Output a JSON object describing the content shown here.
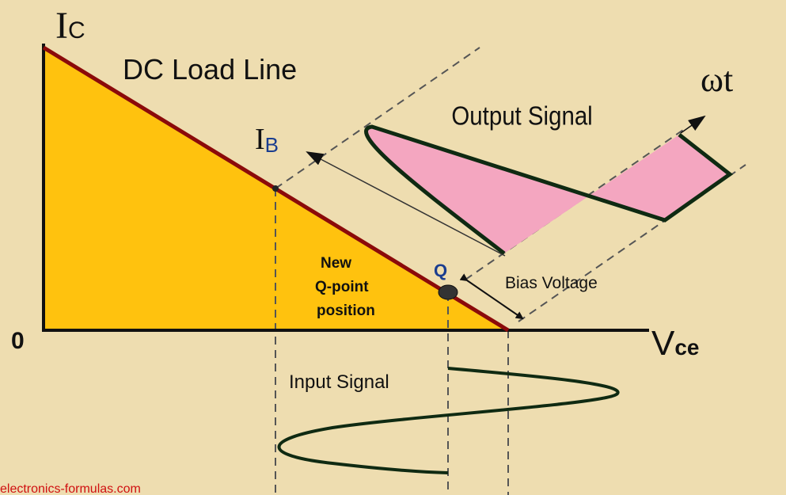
{
  "labels": {
    "ic_main": "I",
    "ic_sub": "C",
    "dc_load_line": "DC Load Line",
    "output_signal": "Output Signal",
    "omega_t": "ωt",
    "ib_main": "I",
    "ib_sub": "B",
    "new_qpoint": [
      "New",
      "Q-point",
      "position"
    ],
    "q": "Q",
    "bias_voltage": "Bias Voltage",
    "origin": "0",
    "vce_main": "V",
    "vce_sub": "ce",
    "input_signal": "Input Signal"
  },
  "watermark": "electronics-formulas.com",
  "colors": {
    "background": "#EEDDB0",
    "region_fill": "#FFC20E",
    "load_line": "#8B0A0A",
    "signal_stroke": "#0F2A12",
    "signal_fill": "#F4A6C0",
    "q_label": "#1A3D8F",
    "watermark": "#D01010"
  }
}
